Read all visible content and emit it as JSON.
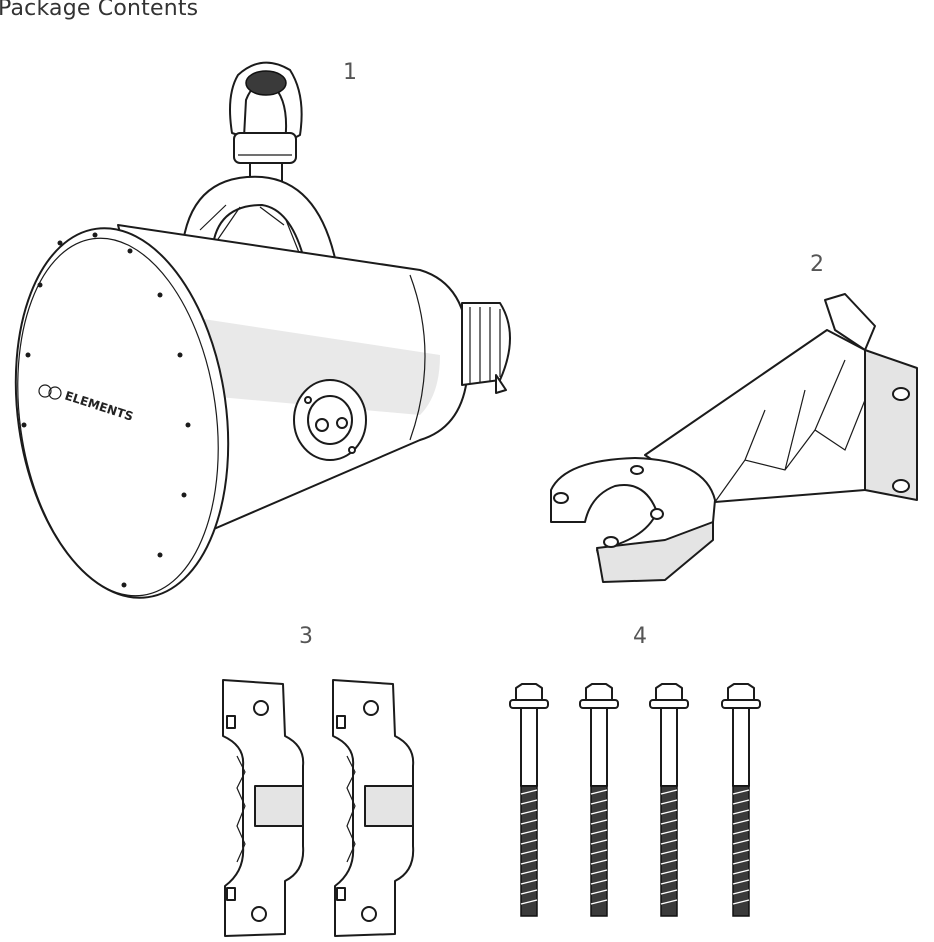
{
  "page": {
    "title": "Package Contents"
  },
  "items": [
    {
      "number": "1",
      "logo_text": "ELEMENTS"
    },
    {
      "number": "2"
    },
    {
      "number": "3"
    },
    {
      "number": "4"
    }
  ],
  "colors": {
    "line": "#1b1b1b",
    "shade": "#e4e4e4",
    "background": "#ffffff"
  }
}
